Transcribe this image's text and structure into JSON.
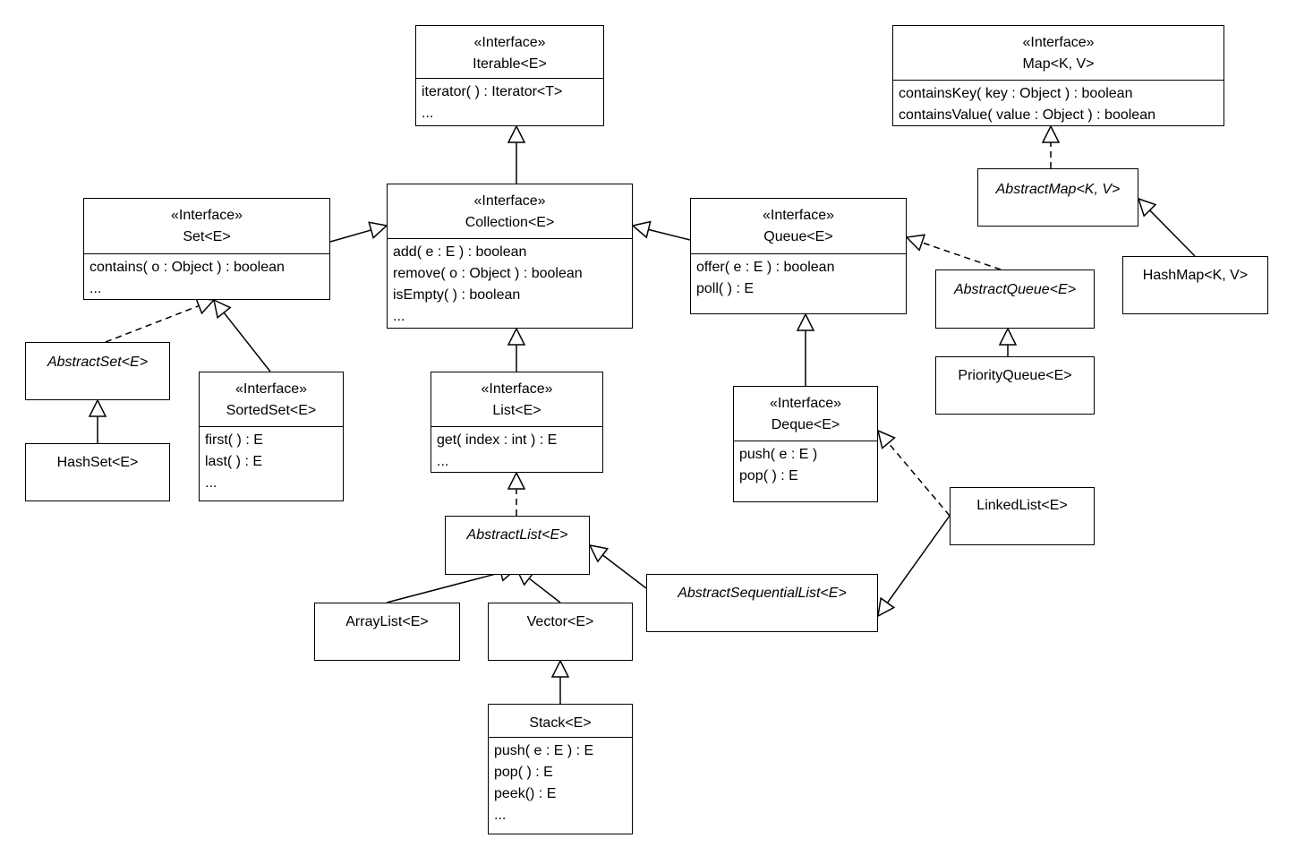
{
  "colors": {
    "line": "#000000",
    "background": "#ffffff"
  },
  "classes": {
    "iterable": {
      "stereotype": "«Interface»",
      "name": "Iterable<E>",
      "members": [
        "iterator( ) : Iterator<T>",
        "..."
      ]
    },
    "map": {
      "stereotype": "«Interface»",
      "name": "Map<K, V>",
      "members": [
        "containsKey( key : Object ) : boolean",
        "containsValue( value : Object ) : boolean"
      ]
    },
    "abstractmap": {
      "name": "AbstractMap<K, V>"
    },
    "hashmap": {
      "name": "HashMap<K, V>"
    },
    "set": {
      "stereotype": "«Interface»",
      "name": "Set<E>",
      "members": [
        "contains( o : Object ) : boolean",
        "..."
      ]
    },
    "collection": {
      "stereotype": "«Interface»",
      "name": "Collection<E>",
      "members": [
        "add( e : E ) : boolean",
        "remove( o : Object ) : boolean",
        "isEmpty( ) : boolean",
        "..."
      ]
    },
    "queue": {
      "stereotype": "«Interface»",
      "name": "Queue<E>",
      "members": [
        "offer( e : E ) : boolean",
        "poll( ) : E"
      ]
    },
    "abstractqueue": {
      "name": "AbstractQueue<E>"
    },
    "priorityqueue": {
      "name": "PriorityQueue<E>"
    },
    "abstractset": {
      "name": "AbstractSet<E>"
    },
    "hashset": {
      "name": "HashSet<E>"
    },
    "sortedset": {
      "stereotype": "«Interface»",
      "name": "SortedSet<E>",
      "members": [
        "first( ) : E",
        "last( ) : E",
        "..."
      ]
    },
    "list": {
      "stereotype": "«Interface»",
      "name": "List<E>",
      "members": [
        "get( index : int ) : E",
        "..."
      ]
    },
    "deque": {
      "stereotype": "«Interface»",
      "name": "Deque<E>",
      "members": [
        "push( e : E )",
        "pop( ) : E"
      ]
    },
    "linkedlist": {
      "name": "LinkedList<E>"
    },
    "abstractlist": {
      "name": "AbstractList<E>"
    },
    "abstractsequentiallist": {
      "name": "AbstractSequentialList<E>"
    },
    "arraylist": {
      "name": "ArrayList<E>"
    },
    "vector": {
      "name": "Vector<E>"
    },
    "stack": {
      "name": "Stack<E>",
      "members": [
        "push( e : E ) : E",
        "pop( ) : E",
        "peek() : E",
        "..."
      ]
    }
  }
}
